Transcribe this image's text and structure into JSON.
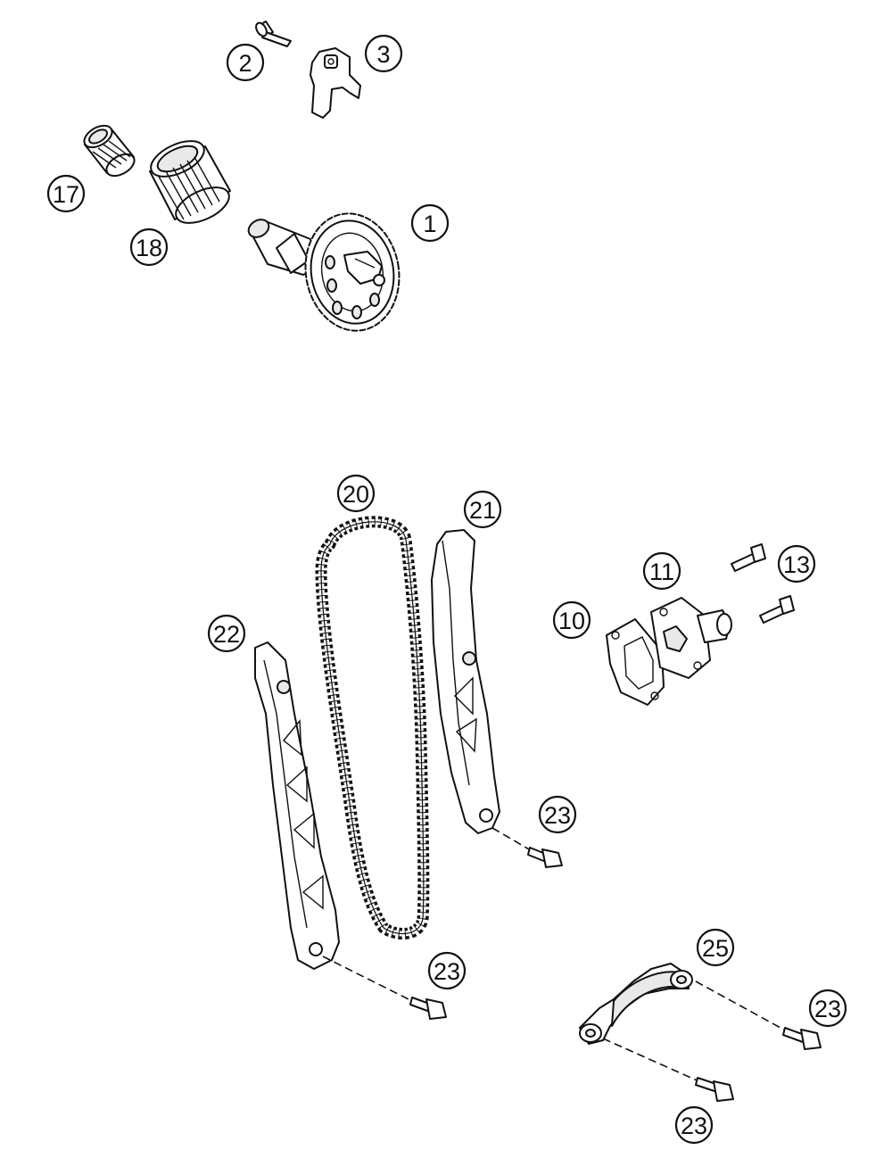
{
  "callouts": {
    "c1": "1",
    "c2": "2",
    "c3": "3",
    "c10": "10",
    "c11": "11",
    "c13": "13",
    "c17": "17",
    "c18": "18",
    "c20": "20",
    "c21": "21",
    "c22": "22",
    "c23a": "23",
    "c23b": "23",
    "c23c": "23",
    "c23d": "23",
    "c25": "25"
  }
}
